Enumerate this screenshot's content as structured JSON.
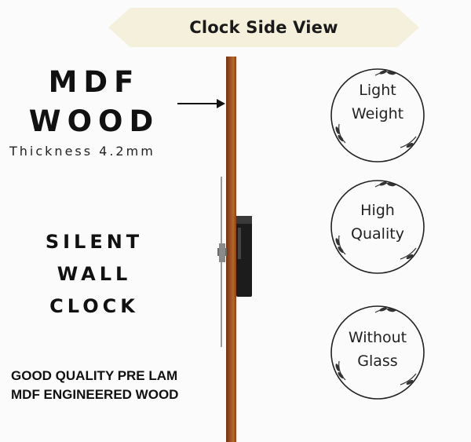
{
  "banner": {
    "title": "Clock Side View"
  },
  "material": {
    "title_line1": "MDF",
    "title_line2": "WOOD",
    "thickness": "Thickness 4.2mm"
  },
  "product": {
    "line1": "SILENT",
    "line2": "WALL",
    "line3": "CLOCK"
  },
  "quality_note": {
    "line1": "GOOD QUALITY PRE LAM",
    "line2": "MDF ENGINEERED WOOD"
  },
  "badges": [
    {
      "line1": "Light",
      "line2": "Weight"
    },
    {
      "line1": "High",
      "line2": "Quality"
    },
    {
      "line1": "Without",
      "line2": "Glass"
    }
  ],
  "colors": {
    "banner_bg": "#f4f0db",
    "wood": "#9b4e22",
    "movement": "#222222"
  }
}
